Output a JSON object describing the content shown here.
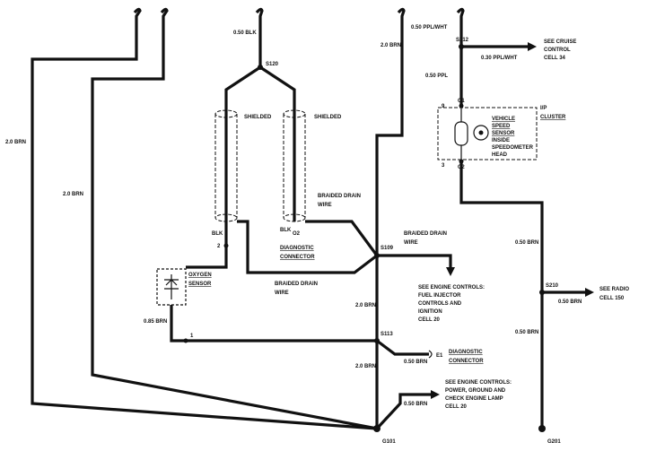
{
  "wire_labels": {
    "blk_top": "0.50 BLK",
    "brn_left_outer": "2.0 BRN",
    "brn_left_inner": "2.0 BRN",
    "brn_upper_center": "2.0 BRN",
    "ppl_wht_top": "0.50 PPL/WHT",
    "ppl_wht_cruise": "0.30 PPL/WHT",
    "ppl_wht_mid": "0.50 PPL",
    "brn_right_upper": "0.50 BRN",
    "brn_radio": "0.50 BRN",
    "brn_right_lower": "0.50 BRN",
    "brn_center_mid": "2.0 BRN",
    "brn_center_low": "2.0 BRN",
    "brn_diag": "0.50 BRN",
    "brn_engine": "0.50 BRN",
    "brn_o2": "0.85 BRN",
    "blk_left": "BLK",
    "blk_right": "BLK"
  },
  "splices": {
    "s120": "S120",
    "s109": "S109",
    "s113": "S113",
    "s212": "S212",
    "s210": "S210",
    "g101": "G101",
    "g201": "G201"
  },
  "annotations": {
    "shielded_left": "SHIELDED",
    "shielded_right": "SHIELDED",
    "braided_drain_1a": "BRAIDED DRAIN",
    "braided_drain_1b": "WIRE",
    "braided_drain_2a": "BRAIDED DRAIN",
    "braided_drain_2b": "WIRE",
    "braided_drain_3a": "BRAIDED DRAIN",
    "braided_drain_3b": "WIRE",
    "o2_pin": "O2",
    "diag_conn_1a": "DIAGNOSTIC",
    "diag_conn_1b": "CONNECTOR",
    "diag_conn_2a": "DIAGNOSTIC",
    "diag_conn_2b": "CONNECTOR",
    "diag_pin": "E1",
    "oxygen_a": "OXYGEN",
    "oxygen_b": "SENSOR",
    "pin_2": "2",
    "pin_1": "1",
    "c1_pin": "9",
    "c1_label": "C1",
    "c2_pin": "3",
    "c2_label": "C2",
    "ip_a": "I/P",
    "ip_b": "CLUSTER",
    "vss_a": "VEHICLE",
    "vss_b": "SPEED",
    "vss_c": "SENSOR",
    "vss_d": "INSIDE",
    "vss_e": "SPEEDOMETER",
    "vss_f": "HEAD",
    "cruise_a": "SEE CRUISE",
    "cruise_b": "CONTROL",
    "cruise_c": "CELL 34",
    "radio_a": "SEE RADIO",
    "radio_b": "CELL 150",
    "eng1_a": "SEE ENGINE CONTROLS:",
    "eng1_b": "FUEL INJECTOR",
    "eng1_c": "CONTROLS AND",
    "eng1_d": "IGNITION",
    "eng1_e": "CELL 20",
    "eng2_a": "SEE ENGINE CONTROLS:",
    "eng2_b": "POWER, GROUND AND",
    "eng2_c": "CHECK ENGINE LAMP",
    "eng2_d": "CELL 20"
  }
}
